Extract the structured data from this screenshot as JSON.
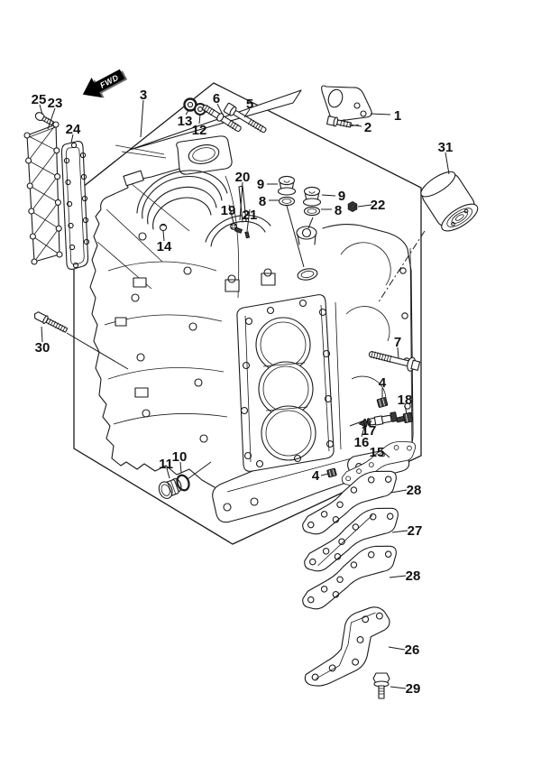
{
  "figure": {
    "kind": "exploded-parts-line-diagram",
    "direction_label": "FWD"
  },
  "colors": {
    "ink": "#1a1a1a",
    "paper": "#ffffff",
    "part_dark": "#3a3a3a",
    "arrow_fill": "#000000",
    "arrow_text": "#ffffff"
  },
  "callouts": [
    {
      "label": "25"
    },
    {
      "label": "23"
    },
    {
      "label": "24"
    },
    {
      "label": "3"
    },
    {
      "label": "13"
    },
    {
      "label": "12"
    },
    {
      "label": "6"
    },
    {
      "label": "5"
    },
    {
      "label": "1"
    },
    {
      "label": "2"
    },
    {
      "label": "31"
    },
    {
      "label": "9"
    },
    {
      "label": "8"
    },
    {
      "label": "9"
    },
    {
      "label": "8"
    },
    {
      "label": "22"
    },
    {
      "label": "20"
    },
    {
      "label": "21"
    },
    {
      "label": "19"
    },
    {
      "label": "14"
    },
    {
      "label": "30"
    },
    {
      "label": "7"
    },
    {
      "label": "4"
    },
    {
      "label": "18"
    },
    {
      "label": "17"
    },
    {
      "label": "16"
    },
    {
      "label": "15"
    },
    {
      "label": "11"
    },
    {
      "label": "10"
    },
    {
      "label": "4"
    },
    {
      "label": "28"
    },
    {
      "label": "27"
    },
    {
      "label": "28"
    },
    {
      "label": "26"
    },
    {
      "label": "29"
    }
  ]
}
